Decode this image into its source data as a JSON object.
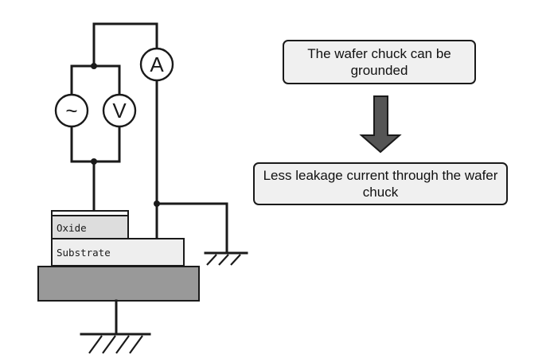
{
  "meters": {
    "ammeter": "A",
    "voltmeter": "V",
    "ac_source": "~"
  },
  "layers": {
    "oxide": "Oxide",
    "substrate": "Substrate"
  },
  "callouts": {
    "top": "The wafer chuck can be grounded",
    "bottom": "Less leakage current through the wafer chuck"
  },
  "colors": {
    "chuck": "#999999",
    "oxide": "#dddddd",
    "substrate": "#eeeeee",
    "arrow": "#555555",
    "box_fill": "#f0f0f0"
  }
}
